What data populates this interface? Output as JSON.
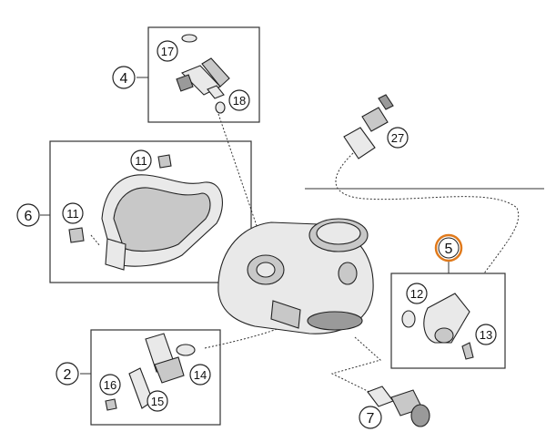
{
  "callouts": {
    "c2": "2",
    "c4": "4",
    "c5": "5",
    "c6": "6",
    "c7": "7",
    "c11a": "11",
    "c11b": "11",
    "c12": "12",
    "c13": "13",
    "c14": "14",
    "c15": "15",
    "c16": "16",
    "c17": "17",
    "c18": "18",
    "c27": "27"
  },
  "colors": {
    "highlight_ring": "#e07a1c",
    "line": "#333333"
  },
  "highlighted_callout": "5"
}
